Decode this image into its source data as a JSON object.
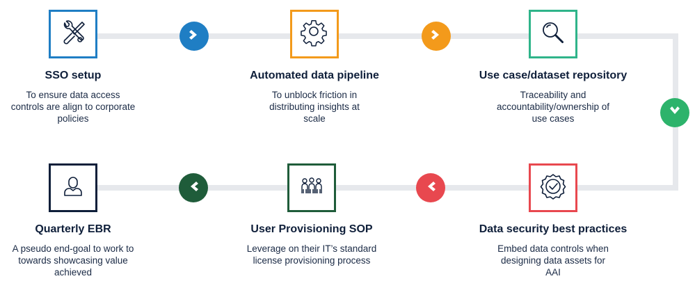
{
  "colors": {
    "blue": "#1f7ec4",
    "orange": "#f39a1b",
    "teal": "#2fb48a",
    "green": "#2db36b",
    "red": "#e8484f",
    "dark_green": "#1f5c3a",
    "navy": "#0f1f3a",
    "track": "#e6e8ec"
  },
  "steps": [
    {
      "title": "SSO setup",
      "description": "To ensure data access controls are align to corporate policies",
      "icon": "wrench-screwdriver-icon"
    },
    {
      "title": "Automated data pipeline",
      "description": "To unblock friction in distributing insights at scale",
      "icon": "gear-icon"
    },
    {
      "title": "Use case/dataset repository",
      "description": "Traceability and accountability/ownership of use cases",
      "icon": "magnifier-icon"
    },
    {
      "title": "Data security best practices",
      "description": "Embed data controls when designing data assets for AAI",
      "icon": "verified-badge-icon"
    },
    {
      "title": "User Provisioning SOP",
      "description": "Leverage on their IT’s standard license provisioning process",
      "icon": "group-icon"
    },
    {
      "title": "Quarterly EBR",
      "description": "A pseudo end-goal to work to towards showcasing value achieved",
      "icon": "user-icon"
    }
  ],
  "arrows": [
    {
      "icon": "chevron-right-icon"
    },
    {
      "icon": "chevron-right-icon"
    },
    {
      "icon": "chevron-down-icon"
    },
    {
      "icon": "chevron-left-icon"
    },
    {
      "icon": "chevron-left-icon"
    }
  ]
}
